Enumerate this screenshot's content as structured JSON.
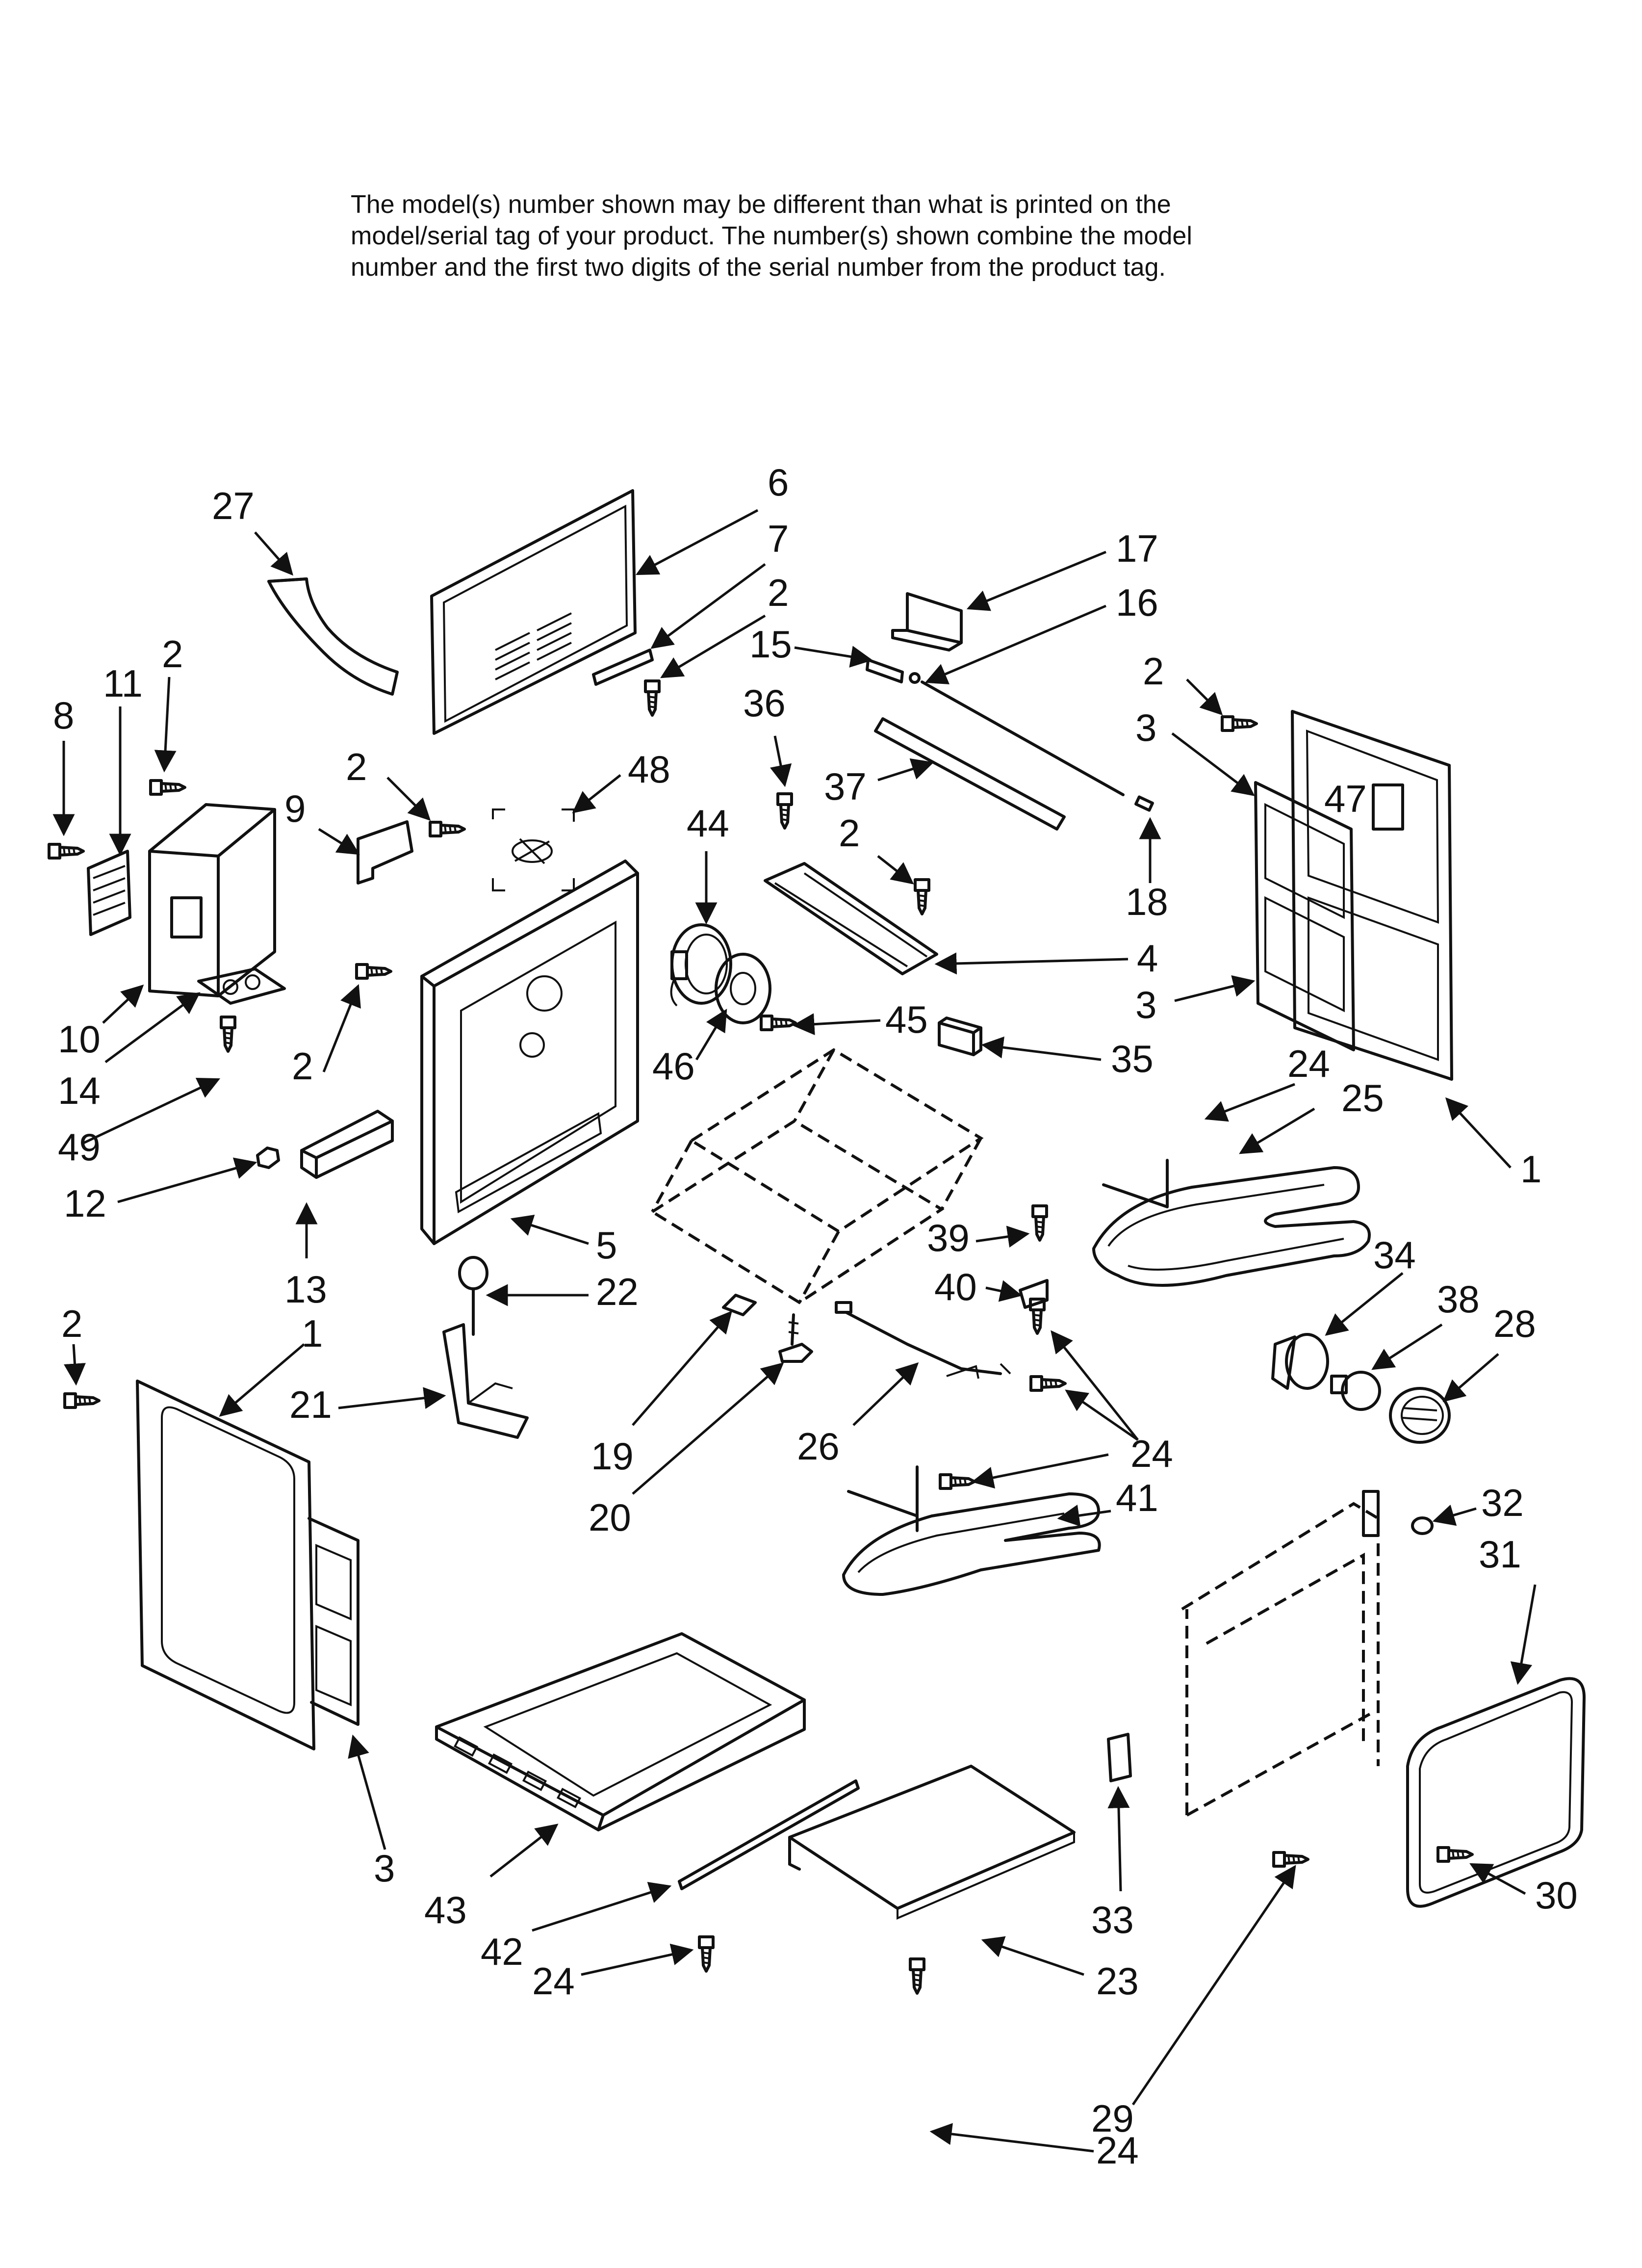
{
  "note": {
    "line1": "The model(s) number shown may be different than what is printed on the",
    "line2": "model/serial tag of your product. The number(s) shown combine the model",
    "line3": "number and the first two digits of the serial number from the product tag."
  },
  "callouts": [
    {
      "id": "c27a",
      "text": "27"
    },
    {
      "id": "c6",
      "text": "6"
    },
    {
      "id": "c7",
      "text": "7"
    },
    {
      "id": "c2a",
      "text": "2"
    },
    {
      "id": "c17",
      "text": "17"
    },
    {
      "id": "c16",
      "text": "16"
    },
    {
      "id": "c15",
      "text": "15"
    },
    {
      "id": "c36",
      "text": "36"
    },
    {
      "id": "c2b",
      "text": "2"
    },
    {
      "id": "c3a",
      "text": "3"
    },
    {
      "id": "c8",
      "text": "8"
    },
    {
      "id": "c11",
      "text": "11"
    },
    {
      "id": "c2c",
      "text": "2"
    },
    {
      "id": "c2d",
      "text": "2"
    },
    {
      "id": "c48",
      "text": "48"
    },
    {
      "id": "c44",
      "text": "44"
    },
    {
      "id": "c37",
      "text": "37"
    },
    {
      "id": "c2e",
      "text": "2"
    },
    {
      "id": "c47",
      "text": "47"
    },
    {
      "id": "c9",
      "text": "9"
    },
    {
      "id": "c18",
      "text": "18"
    },
    {
      "id": "c4",
      "text": "4"
    },
    {
      "id": "c3b",
      "text": "3"
    },
    {
      "id": "c10",
      "text": "10"
    },
    {
      "id": "c2f",
      "text": "2"
    },
    {
      "id": "c46",
      "text": "46"
    },
    {
      "id": "c45",
      "text": "45"
    },
    {
      "id": "c35",
      "text": "35"
    },
    {
      "id": "c14",
      "text": "14"
    },
    {
      "id": "c24a",
      "text": "24"
    },
    {
      "id": "c25",
      "text": "25"
    },
    {
      "id": "c49",
      "text": "49"
    },
    {
      "id": "c1a",
      "text": "1"
    },
    {
      "id": "c12",
      "text": "12"
    },
    {
      "id": "c5",
      "text": "5"
    },
    {
      "id": "c39",
      "text": "39"
    },
    {
      "id": "c34",
      "text": "34"
    },
    {
      "id": "c13",
      "text": "13"
    },
    {
      "id": "c22",
      "text": "22"
    },
    {
      "id": "c40",
      "text": "40"
    },
    {
      "id": "c38",
      "text": "38"
    },
    {
      "id": "c28",
      "text": "28"
    },
    {
      "id": "c2g",
      "text": "2"
    },
    {
      "id": "c1b",
      "text": "1"
    },
    {
      "id": "c21",
      "text": "21"
    },
    {
      "id": "c19",
      "text": "19"
    },
    {
      "id": "c26",
      "text": "26"
    },
    {
      "id": "c24b",
      "text": "24"
    },
    {
      "id": "c20",
      "text": "20"
    },
    {
      "id": "c41",
      "text": "41"
    },
    {
      "id": "c32",
      "text": "32"
    },
    {
      "id": "c31",
      "text": "31"
    },
    {
      "id": "c3c",
      "text": "3"
    },
    {
      "id": "c43",
      "text": "43"
    },
    {
      "id": "c42",
      "text": "42"
    },
    {
      "id": "c33",
      "text": "33"
    },
    {
      "id": "c30",
      "text": "30"
    },
    {
      "id": "c24c",
      "text": "24"
    },
    {
      "id": "c23",
      "text": "23"
    },
    {
      "id": "c29",
      "text": "29"
    },
    {
      "id": "c24d",
      "text": "24"
    }
  ]
}
